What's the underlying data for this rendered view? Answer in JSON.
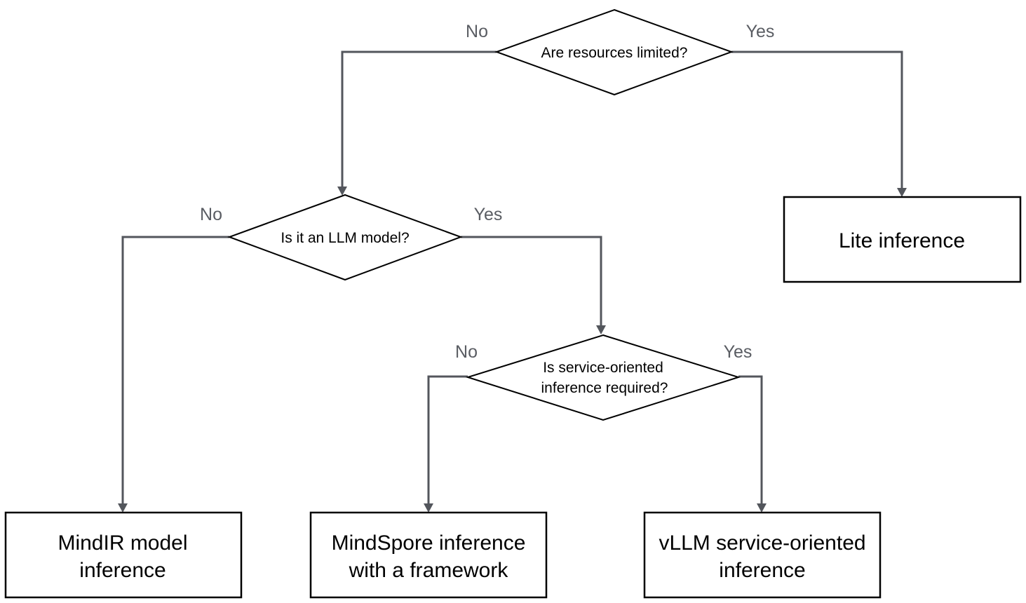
{
  "decisions": {
    "resources": {
      "text": "Are resources limited?"
    },
    "llm": {
      "text": "Is it an LLM model?"
    },
    "service": {
      "line1": "Is service-oriented",
      "line2": "inference required?"
    }
  },
  "results": {
    "lite": {
      "text": "Lite inference"
    },
    "mindir": {
      "line1": "MindIR model",
      "line2": "inference"
    },
    "mindspore": {
      "line1": "MindSpore inference",
      "line2": "with a framework"
    },
    "vllm": {
      "line1": "vLLM service-oriented",
      "line2": "inference"
    }
  },
  "labels": {
    "no": "No",
    "yes": "Yes"
  },
  "colors": {
    "connector": "#53565c",
    "label": "#5a5d63",
    "outline": "#000000"
  }
}
